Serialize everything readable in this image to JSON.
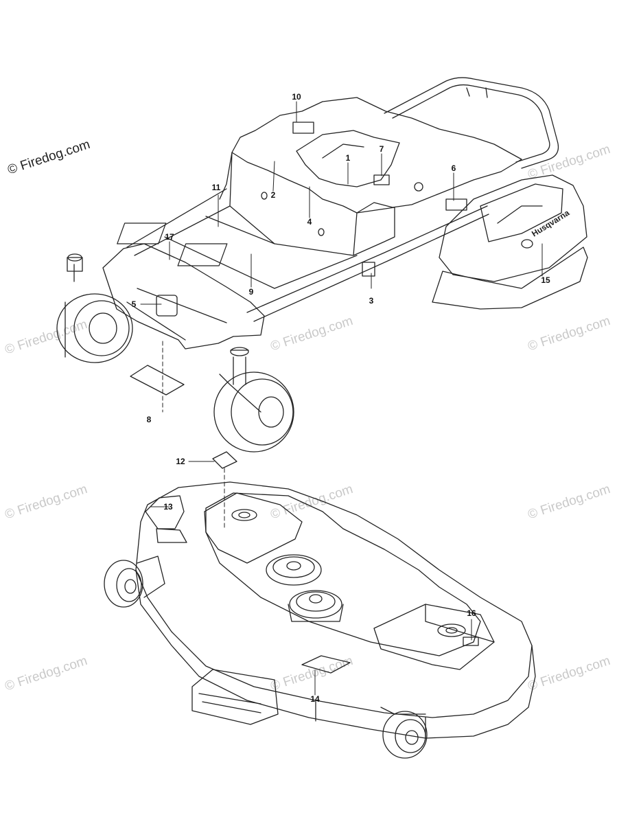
{
  "watermark": {
    "main": "© Firedog.com",
    "faint": "© Firedog.com"
  },
  "brand_text": "Husqvarna",
  "callouts": [
    "1",
    "2",
    "3",
    "4",
    "5",
    "6",
    "7",
    "8",
    "9",
    "10",
    "11",
    "12",
    "13",
    "14",
    "15",
    "16",
    "17"
  ]
}
